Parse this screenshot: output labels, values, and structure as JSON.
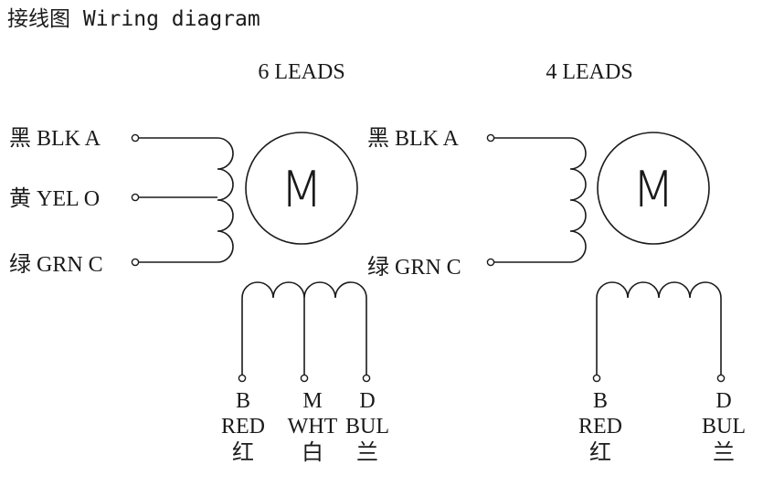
{
  "title": "接线图 Wiring diagram",
  "motor_symbol": "M",
  "six_leads": {
    "header": "6 LEADS",
    "left_wires": [
      {
        "label": "黑 BLK A"
      },
      {
        "label": "黄 YEL O"
      },
      {
        "label": "绿 GRN C"
      }
    ],
    "bottom_wires": [
      {
        "code": "B",
        "color": "RED",
        "zh": "红"
      },
      {
        "code": "M",
        "color": "WHT",
        "zh": "白"
      },
      {
        "code": "D",
        "color": "BUL",
        "zh": "兰"
      }
    ]
  },
  "four_leads": {
    "header": "4 LEADS",
    "left_wires": [
      {
        "label": "黑 BLK A"
      },
      {
        "label": "绿 GRN C"
      }
    ],
    "bottom_wires": [
      {
        "code": "B",
        "color": "RED",
        "zh": "红"
      },
      {
        "code": "D",
        "color": "BUL",
        "zh": "兰"
      }
    ]
  }
}
